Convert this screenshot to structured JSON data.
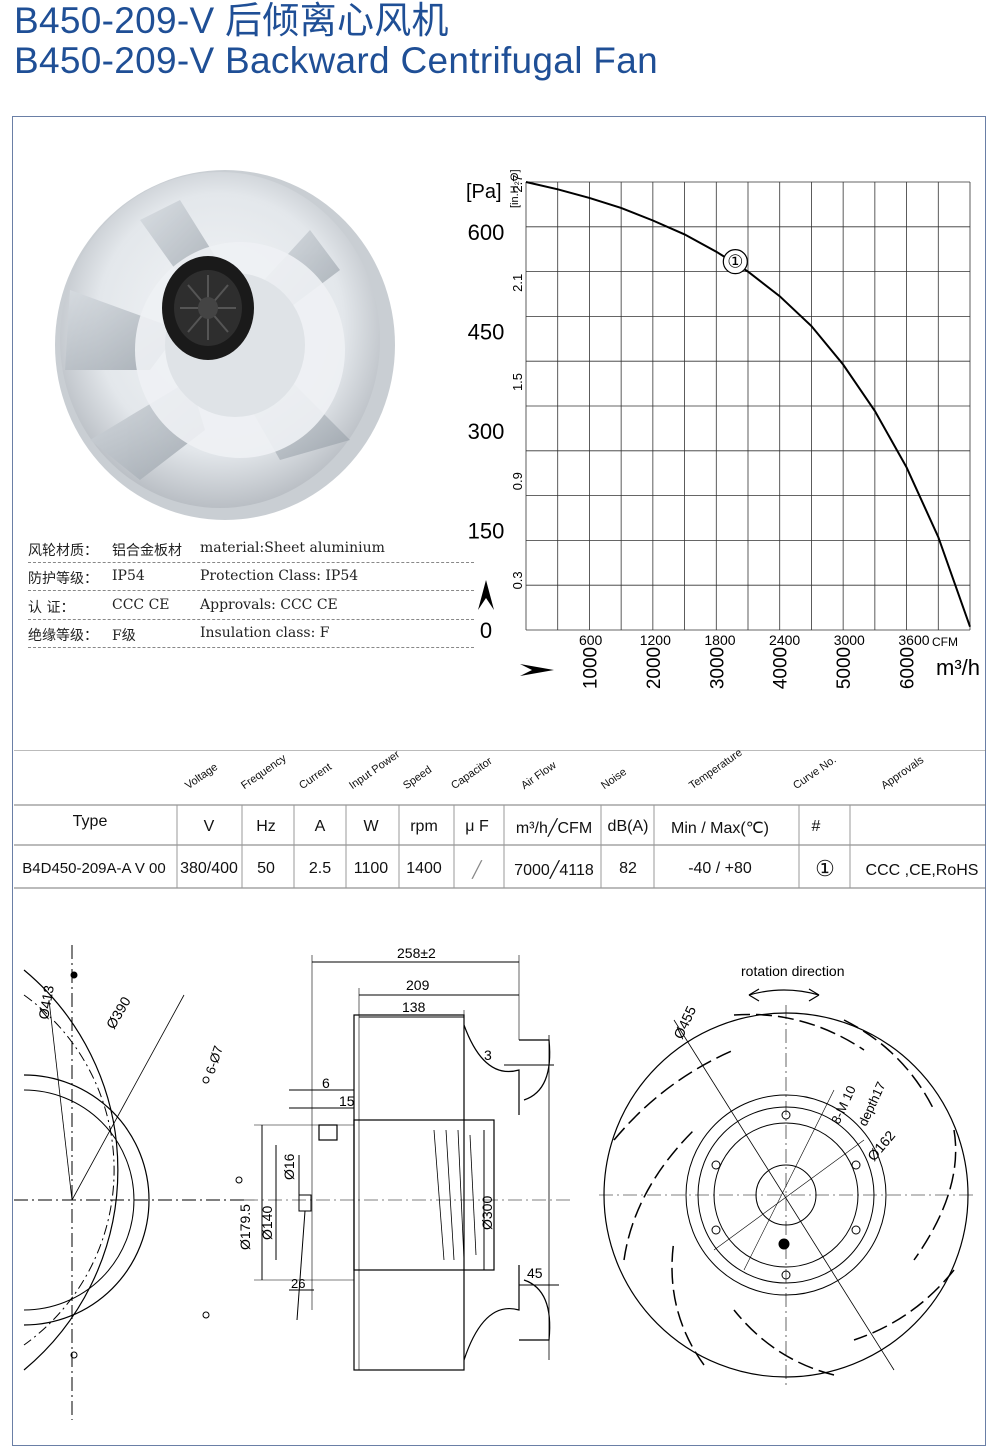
{
  "title_cn": "B450-209-V 后倾离心风机",
  "title_en": "B450-209-V Backward Centrifugal Fan",
  "specs": [
    {
      "cn_label": "风轮材质：",
      "cn_value": "铝合金板材",
      "en": "material:Sheet aluminium"
    },
    {
      "cn_label": "防护等级：",
      "cn_value": "IP54",
      "en": "Protection Class: IP54"
    },
    {
      "cn_label": "认    证：",
      "cn_value": "CCC CE",
      "en": "Approvals: CCC  CE"
    },
    {
      "cn_label": "绝缘等级：",
      "cn_value": "F级",
      "en": "Insulation class: F"
    }
  ],
  "chart_data": {
    "type": "line",
    "title": "",
    "xlabel": "m³/h",
    "x2label": "CFM",
    "ylabel": "[Pa]",
    "y2label": "[in.H₂O]",
    "xlim": [
      0,
      7000
    ],
    "ylim": [
      0,
      675
    ],
    "x_ticks": [
      1000,
      2000,
      3000,
      4000,
      5000,
      6000
    ],
    "x_tick_labels": [
      "1000",
      "2000",
      "3000",
      "4000",
      "5000",
      "6000"
    ],
    "cfm_ticks": [
      600,
      1200,
      1800,
      2400,
      3000,
      3600
    ],
    "cfm_tick_labels": [
      "600",
      "1200",
      "1800",
      "2400",
      "3000",
      "3600"
    ],
    "y_ticks": [
      0,
      150,
      300,
      450,
      600
    ],
    "y_tick_labels": [
      "0",
      "150",
      "300",
      "450",
      "600"
    ],
    "inh2o_ticks": [
      0.3,
      0.9,
      1.5,
      2.1,
      2.7
    ],
    "inh2o_tick_labels": [
      "0.3",
      "0.9",
      "1.5",
      "2.1",
      "2.7"
    ],
    "grid": true,
    "series": [
      {
        "label": "①",
        "x": [
          0,
          500,
          1000,
          1500,
          2000,
          2500,
          3000,
          3500,
          4000,
          4500,
          5000,
          5500,
          6000,
          6500,
          7000
        ],
        "y": [
          675,
          664,
          651,
          636,
          617,
          596,
          570,
          540,
          503,
          458,
          400,
          330,
          245,
          140,
          5
        ]
      }
    ]
  },
  "table": {
    "headers_rot": [
      "Voltage",
      "Frequency",
      "Current",
      "Input Power",
      "Speed",
      "Capacitor",
      "Air Flow",
      "Noise",
      "Temperature",
      "Curve No.",
      "Approvals"
    ],
    "type_header": "Type",
    "units": [
      "V",
      "Hz",
      "A",
      "W",
      "rpm",
      "μ F",
      "m³/h╱CFM",
      "dB(A)",
      "Min / Max(℃)",
      "#",
      ""
    ],
    "row": {
      "type": "B4D450-209A-A V 00",
      "voltage": "380/400",
      "frequency": "50",
      "current": "2.5",
      "power": "1100",
      "speed": "1400",
      "capacitor": "╱",
      "airflow": "7000╱4118",
      "noise": "82",
      "temperature": "-40 / +80",
      "curve": "①",
      "approvals": "CCC ,CE,RoHS"
    }
  },
  "drawing": {
    "left": {
      "d413": "Ø413",
      "d390": "Ø390",
      "holes": "6-Ø7"
    },
    "side": {
      "d258": "258±2",
      "d209": "209",
      "d138": "138",
      "d3": "3",
      "d6": "6",
      "d15": "15",
      "d16": "Ø16",
      "d140": "Ø140",
      "d179": "Ø179.5",
      "d300": "Ø300",
      "d26": "26",
      "d45": "45"
    },
    "front": {
      "rotation": "rotation direction",
      "d455": "Ø455",
      "m10": "8-M 10",
      "depth": "depth17",
      "d162": "Ø162"
    }
  }
}
